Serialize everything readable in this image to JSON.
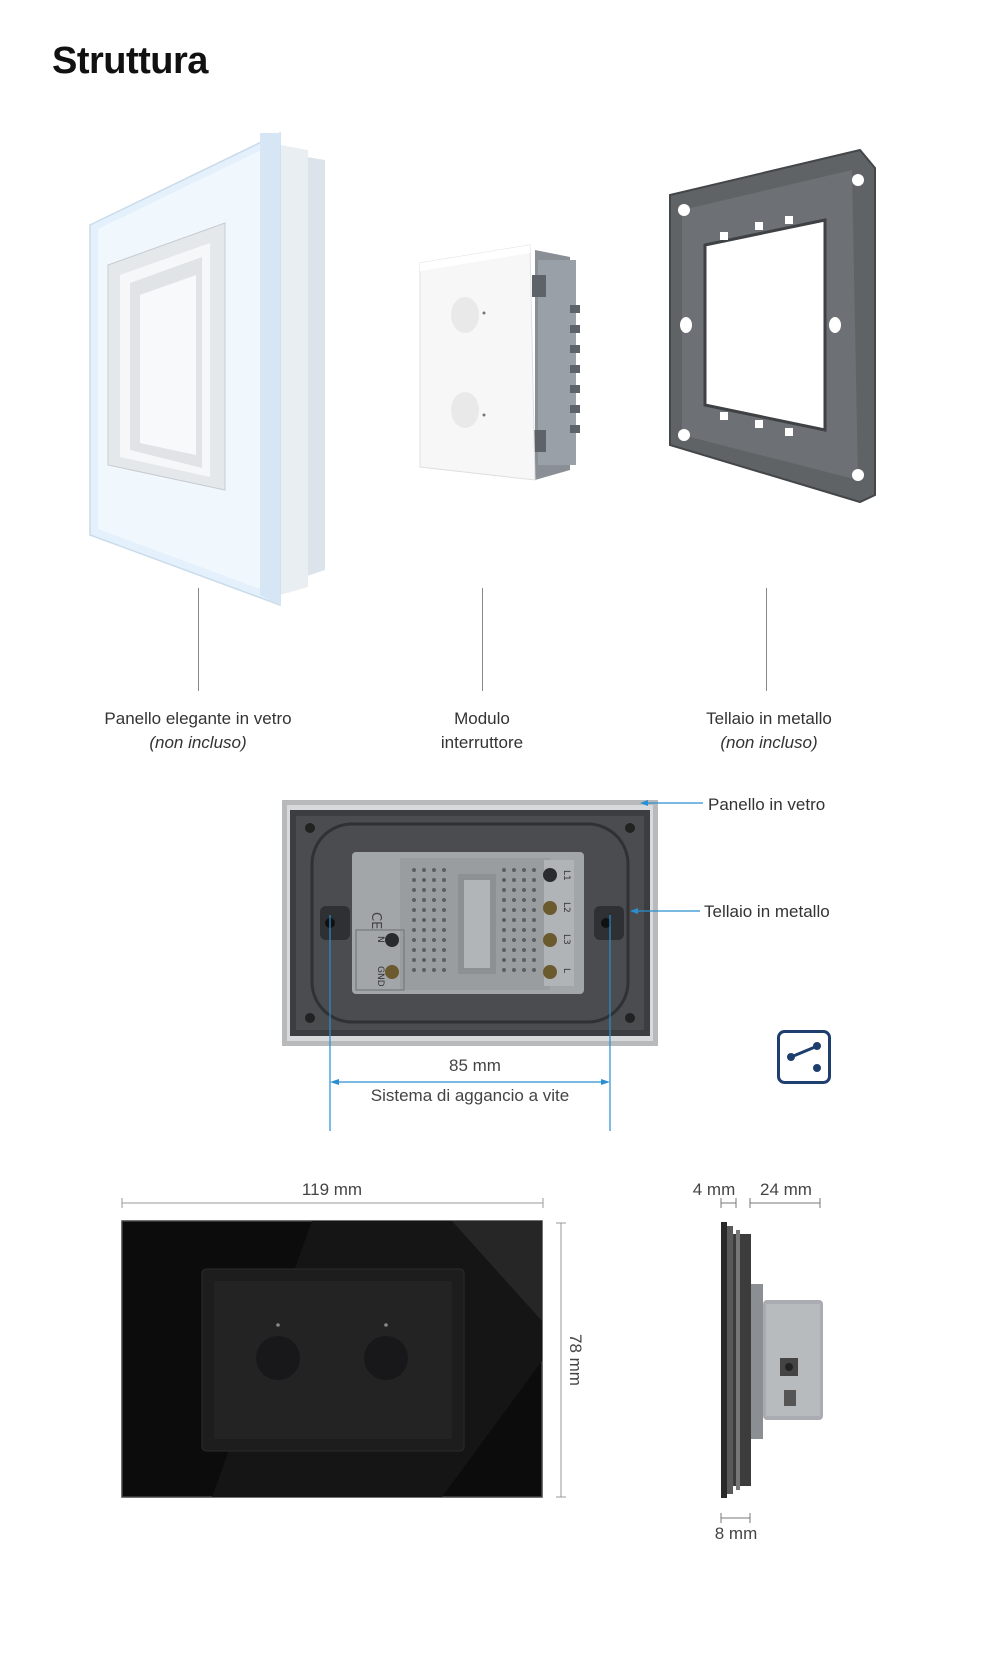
{
  "title": "Struttura",
  "components": [
    {
      "name": "Panello elegante in vetro",
      "note": "(non incluso)"
    },
    {
      "name_line1": "Modulo",
      "name_line2": "interruttore"
    },
    {
      "name": "Tellaio in metallo",
      "note": "(non incluso)"
    }
  ],
  "back_view": {
    "label_glass": "Panello in vetro",
    "label_frame": "Tellaio in metallo",
    "width": "85 mm",
    "mount": "Sistema di aggancio a vite",
    "module_markings": [
      "CE",
      "L1",
      "L2",
      "L3",
      "L",
      "N",
      "GND"
    ]
  },
  "front_view": {
    "width": "119 mm",
    "height": "78 mm"
  },
  "side_view": {
    "glass": "4 mm",
    "depth": "24 mm",
    "bottom": "8 mm"
  },
  "colors": {
    "accent": "#2a8fd0",
    "badge": "#1e3f6e",
    "glass_white": "#eaf3fb",
    "metal": "#555555",
    "black_glass": "#0c0c0c"
  },
  "icons": [
    "switch-2way-icon"
  ]
}
